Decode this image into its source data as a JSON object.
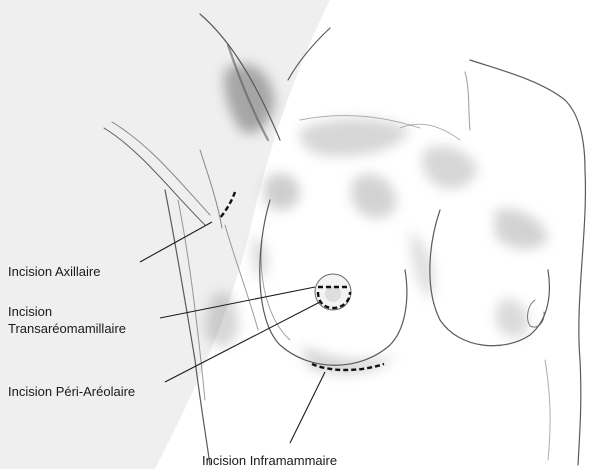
{
  "labels": {
    "axillaire": "Incision Axillaire",
    "transareo_line1": "Incision",
    "transareo_line2": "Transaréomamillaire",
    "peri_areolaire": "Incision Péri-Aréolaire",
    "inframammaire": "Incision Inframammaire"
  },
  "colors": {
    "background_panel": "#efefef",
    "page": "#ffffff",
    "text": "#1a1a1a",
    "sketch": "#5a5a5a",
    "incision": "#111111"
  }
}
